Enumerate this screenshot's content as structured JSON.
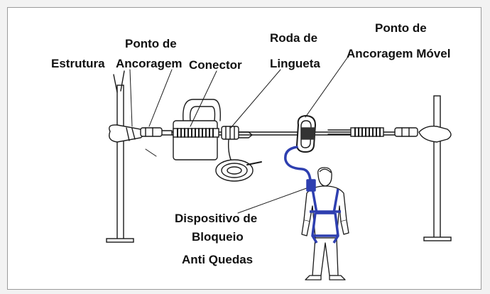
{
  "labels": {
    "estrutura": "Estrutura",
    "ponto_ancoragem_line1": "Ponto de",
    "ponto_ancoragem_line2": "Ancoragem",
    "conector": "Conector",
    "roda_line1": "Roda de",
    "roda_line2": "Lingueta",
    "movel_line1": "Ponto de",
    "movel_line2": "Ancoragem Móvel",
    "dispositivo_line1": "Dispositivo de",
    "dispositivo_line2": "Bloqueio",
    "dispositivo_line3": "Anti Quedas"
  },
  "colors": {
    "line": "#1a1a1a",
    "harness": "#2e3fb0",
    "frame": "#9a9a9a"
  }
}
